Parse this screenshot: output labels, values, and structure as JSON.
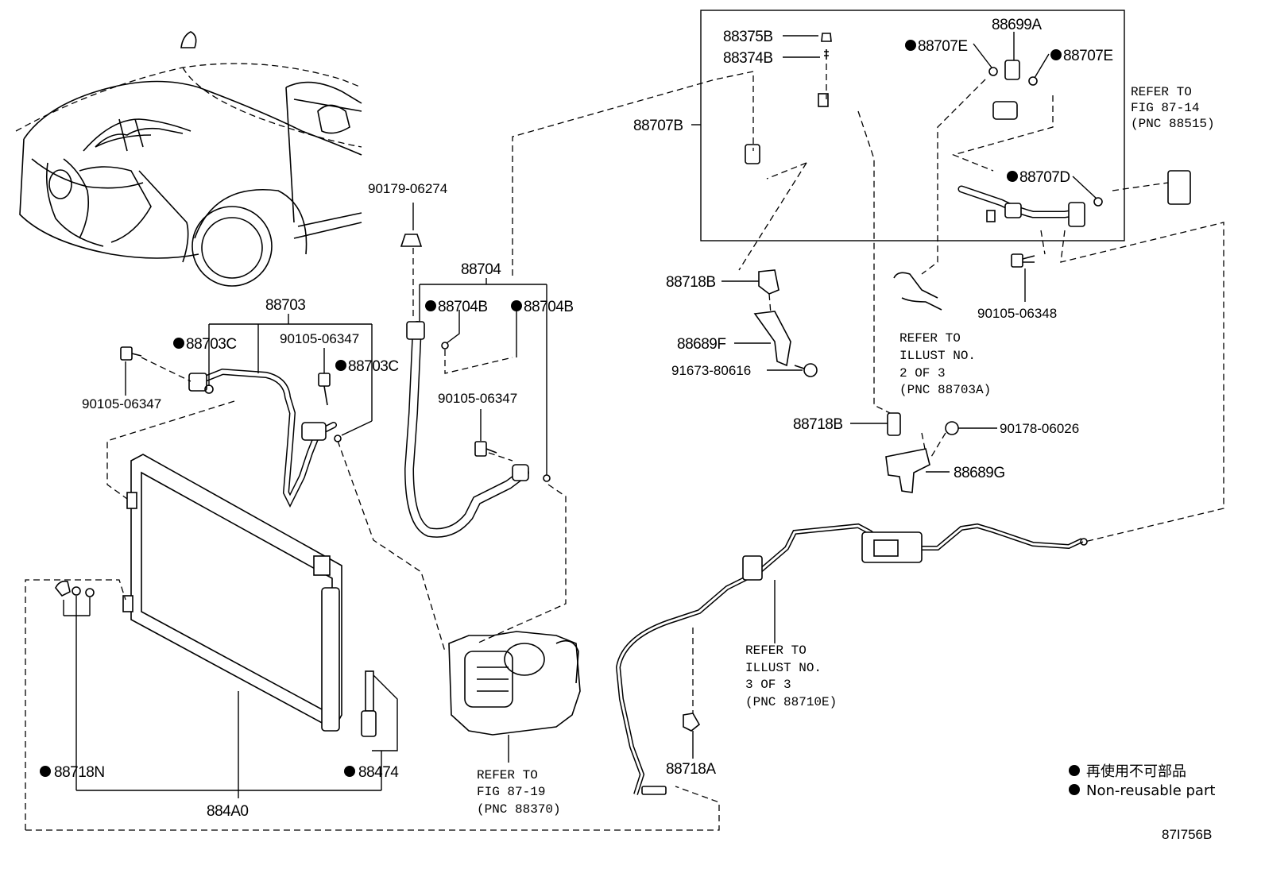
{
  "diagram_id": "87I756B",
  "legend": {
    "jp": "再使用不可部品",
    "en": "Non-reusable part"
  },
  "labels": {
    "p88375B": "88375B",
    "p88374B": "88374B",
    "p88707E_a": "88707E",
    "p88699A": "88699A",
    "p88707E_b": "88707E",
    "p88707B": "88707B",
    "p88707D": "88707D",
    "p90105_06348": "90105-06348",
    "p88718B_top": "88718B",
    "p88689F": "88689F",
    "p91673_80616": "91673-80616",
    "p88718B_mid": "88718B",
    "p90178_06026": "90178-06026",
    "p88689G": "88689G",
    "p90179_06274": "90179-06274",
    "p88704": "88704",
    "p88704B_a": "88704B",
    "p88704B_b": "88704B",
    "p90105_06347_mid": "90105-06347",
    "p88703": "88703",
    "p88703C_a": "88703C",
    "p90105_06347_top": "90105-06347",
    "p88703C_b": "88703C",
    "p90105_06347_left": "90105-06347",
    "p88718N": "88718N",
    "p88474": "88474",
    "p884A0": "884A0",
    "p88718A": "88718A"
  },
  "refs": {
    "r1": [
      "REFER TO",
      "FIG 87-14",
      "(PNC 88515)"
    ],
    "r2": [
      "REFER TO",
      "ILLUST NO.",
      "2 OF 3",
      "(PNC 88703A)"
    ],
    "r3": [
      "REFER TO",
      "ILLUST NO.",
      "3 OF 3",
      "(PNC 88710E)"
    ],
    "r4": [
      "REFER TO",
      "FIG 87-19",
      "(PNC 88370)"
    ]
  }
}
